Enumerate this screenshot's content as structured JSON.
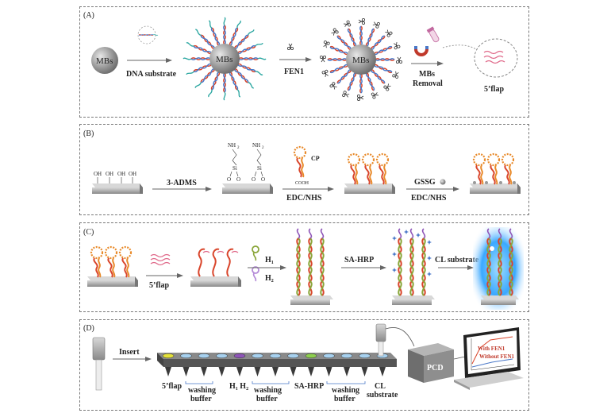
{
  "panels": {
    "a": {
      "tag": "(A)",
      "mbs": "MBs",
      "dna_substrate": "DNA substrate",
      "fen1": "FEN1",
      "mbs_removal_1": "MBs",
      "mbs_removal_2": "Removal",
      "flap": "5’flap"
    },
    "b": {
      "tag": "(B)",
      "oh": "OH",
      "admsl": "3-ADMS",
      "nh2": "NH",
      "nh2_sub": "2",
      "si": "Si",
      "o": "O",
      "cp": "CP",
      "cooh": "COOH",
      "edc_nhs_1": "EDC/NHS",
      "gssg": "GSSG",
      "edc_nhs_2": "EDC/NHS"
    },
    "c": {
      "tag": "(C)",
      "flap": "5’flap",
      "h1": "H",
      "h1_sub": "1",
      "h2": "H",
      "h2_sub": "2",
      "sa_hrp": "SA-HRP",
      "cl_substrate": "CL substrate"
    },
    "d": {
      "tag": "(D)",
      "insert": "Insert",
      "flap": "5’flap",
      "washing_1": "washing",
      "buffer_1": "buffer",
      "h1h2": "H",
      "h1h2_sub1": "1",
      "h1h2_mid": " H",
      "h1h2_sub2": "2",
      "washing_2": "washing",
      "buffer_2": "buffer",
      "sa_hrp": "SA-HRP",
      "washing_3": "washing",
      "buffer_3": "buffer",
      "cl": "CL",
      "substrate": "substrate",
      "pcd": "PCD",
      "with_fen1": "With FEN1",
      "without_fen1": "Without FEN1"
    }
  },
  "colors": {
    "bead": "#9a9a9a",
    "dna_red": "#d9452b",
    "dna_orange": "#e88a2a",
    "dna_blue": "#4a78c8",
    "dna_teal": "#2aa6a0",
    "surface": "#a8a8a8",
    "glow": "#3aa8ff",
    "strip": "#6f6f6f",
    "well_blue": "#a7d1ef",
    "well_yellow": "#e4e13a",
    "well_purple": "#8e55b8",
    "well_green": "#8ecf4f"
  },
  "icons": [
    "scissors-icon",
    "magnet-icon",
    "tube-icon",
    "laptop-icon",
    "probe-icon"
  ]
}
